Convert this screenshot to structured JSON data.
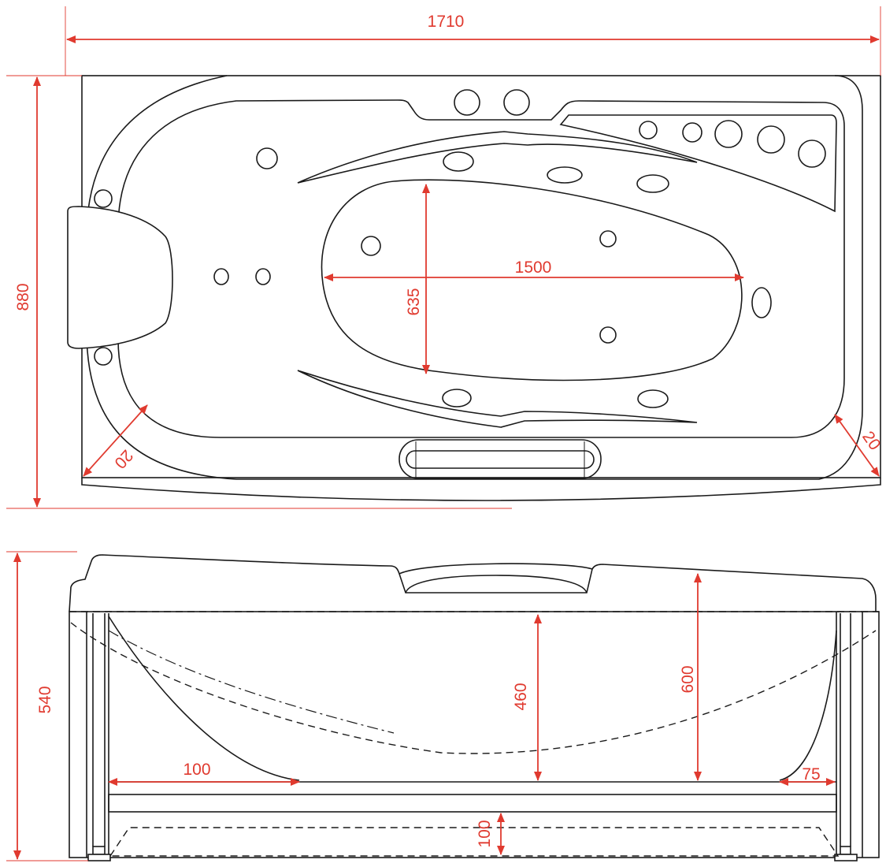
{
  "dimension_color": "#e03a2f",
  "outline_color": "#1a1a1a",
  "top_view": {
    "overall_length": "1710",
    "overall_width": "880",
    "inner_length": "1500",
    "inner_width": "635",
    "corner_left": "20",
    "corner_right": "20"
  },
  "side_view": {
    "overall_height": "540",
    "depth_center": "460",
    "depth_rim": "600",
    "bottom_offset_left": "100",
    "bottom_offset_right": "75",
    "leg_height": "100"
  }
}
